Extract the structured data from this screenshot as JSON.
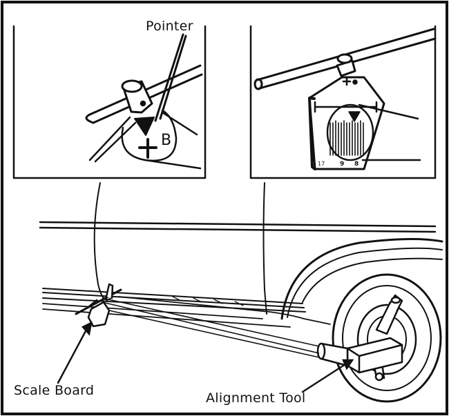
{
  "labels": {
    "pointer": "Pointer",
    "letter_b": "B",
    "scale_board": "Scale Board",
    "alignment_tool": "Alignment Tool"
  },
  "scale_marks": {
    "left": "17",
    "middle": "9",
    "right": "8"
  },
  "colors": {
    "ink": "#111111",
    "paper": "#ffffff"
  }
}
